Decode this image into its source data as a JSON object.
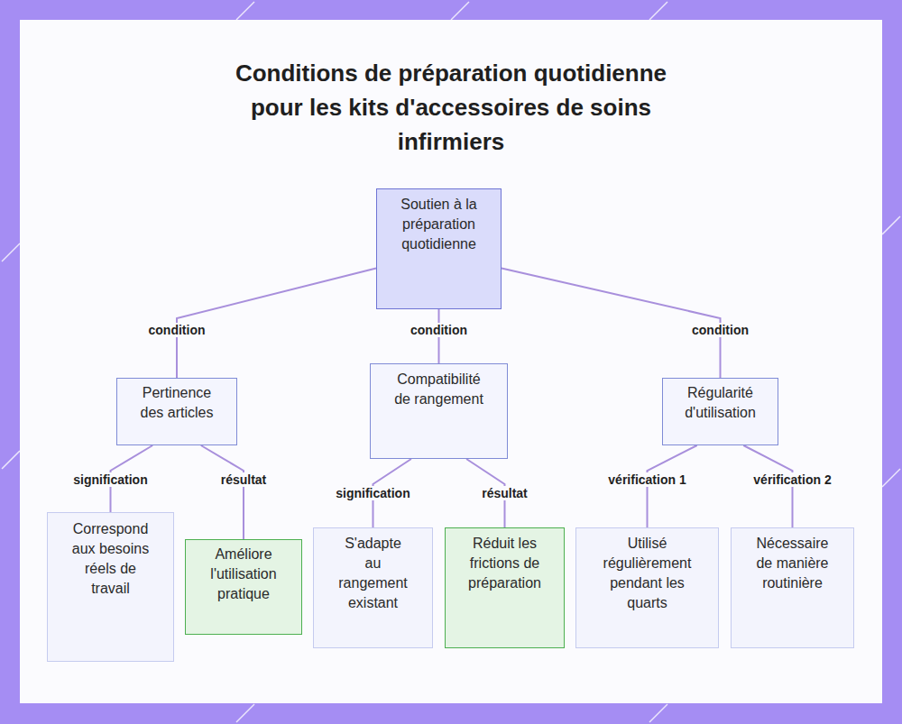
{
  "diagram": {
    "title": "Conditions de préparation quotidienne pour les kits d'accessoires de soins infirmiers",
    "nodes": [
      {
        "text": [
          "Soutien à la préparation quotidienne"
        ]
      },
      {
        "text": [
          "Pertinence des articles"
        ]
      },
      {
        "text": [
          "Compatibilité de rangement"
        ]
      },
      {
        "text": [
          "Régularité d'utilisation"
        ]
      },
      {
        "text": [
          "Correspond aux besoins réels de travail"
        ]
      },
      {
        "text": [
          "Améliore l'utilisation pratique"
        ]
      },
      {
        "text": [
          "S'adapte au rangement existant"
        ]
      },
      {
        "text": [
          "Réduit les frictions de préparation"
        ]
      },
      {
        "text": [
          "Utilisé régulièrement pendant les quarts"
        ]
      },
      {
        "text": [
          "Nécessaire de manière routinière"
        ]
      }
    ],
    "edges": [
      {
        "from": 0,
        "to": 1,
        "label": "condition",
        "arrow": "none"
      },
      {
        "from": 0,
        "to": 2,
        "label": "condition",
        "arrow": "none"
      },
      {
        "from": 0,
        "to": 3,
        "label": "condition",
        "arrow": "none"
      },
      {
        "from": 1,
        "to": 4,
        "label": "signification",
        "arrow": "none"
      },
      {
        "from": 1,
        "to": 5,
        "label": "résultat",
        "arrow": "none"
      },
      {
        "from": 2,
        "to": 6,
        "label": "signification",
        "arrow": "none"
      },
      {
        "from": 2,
        "to": 7,
        "label": "résultat",
        "arrow": "none"
      },
      {
        "from": 3,
        "to": 8,
        "label": "vérification 1",
        "arrow": "none"
      },
      {
        "from": 3,
        "to": 9,
        "label": "vérification 2",
        "arrow": "none"
      }
    ]
  }
}
